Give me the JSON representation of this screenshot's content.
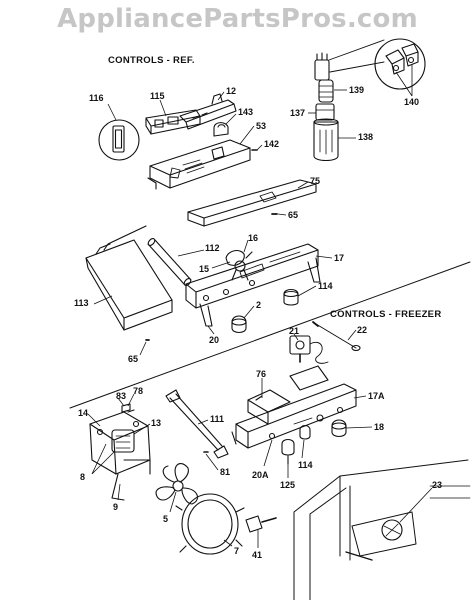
{
  "watermark": "AppliancePartsPros.com",
  "sections": {
    "refrigerator_title": "CONTROLS - REF.",
    "freezer_title": "CONTROLS - FREEZER"
  },
  "callouts": {
    "c116": "116",
    "c115": "115",
    "c12": "12",
    "c143": "143",
    "c53": "53",
    "c142": "142",
    "c139": "139",
    "c137": "137",
    "c138": "138",
    "c140": "140",
    "c75": "75",
    "c65a": "65",
    "c112": "112",
    "c16": "16",
    "c15": "15",
    "c17": "17",
    "c113": "113",
    "c114a": "114",
    "c2": "2",
    "c20": "20",
    "c65b": "65",
    "c21": "21",
    "c22": "22",
    "c76": "76",
    "c17A": "17A",
    "c83": "83",
    "c78": "78",
    "c14": "14",
    "c13": "13",
    "c111": "111",
    "c18": "18",
    "c8": "8",
    "c81": "81",
    "c20A": "20A",
    "c114b": "114",
    "c125": "125",
    "c9": "9",
    "c5": "5",
    "c7": "7",
    "c41": "41",
    "c23": "23"
  }
}
